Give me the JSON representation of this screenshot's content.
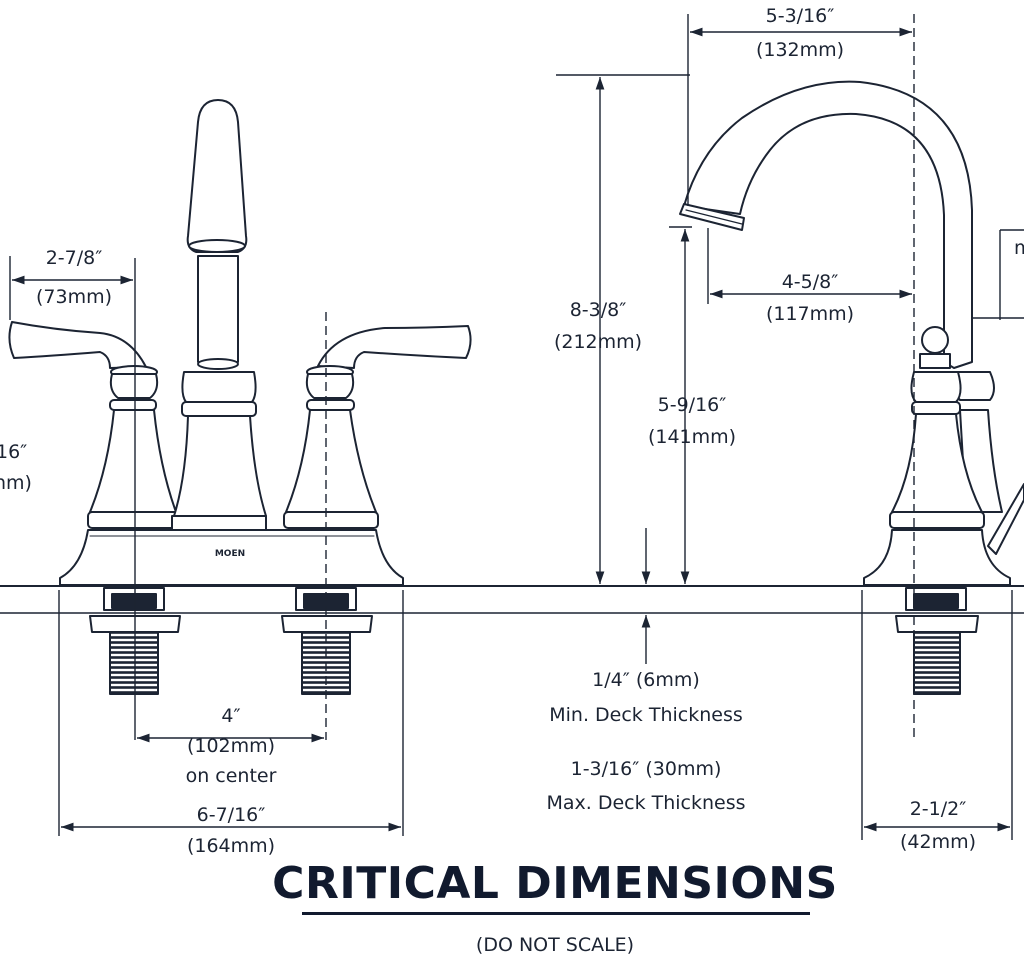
{
  "title": "CRITICAL DIMENSIONS",
  "subtitle": "(DO NOT SCALE)",
  "brand_mark": "MOEN",
  "front_view": {
    "handle_reach": {
      "imperial": "2-7/8″",
      "metric": "(73mm)"
    },
    "left_partial_imperial": "16″",
    "left_partial_metric": "nm)",
    "center_spacing": {
      "imperial": "4″",
      "metric": "(102mm)",
      "note": "on center"
    },
    "overall_width": {
      "imperial": "6-7/16″",
      "metric": "(164mm)"
    }
  },
  "side_view": {
    "spout_reach": {
      "imperial": "5-3/16″",
      "metric": "(132mm)"
    },
    "overall_height": {
      "imperial": "8-3/8″",
      "metric": "(212mm)"
    },
    "aerator_height": {
      "imperial": "5-9/16″",
      "metric": "(141mm)"
    },
    "spout_to_center": {
      "imperial": "4-5/8″",
      "metric": "(117mm)"
    },
    "base_depth": {
      "imperial": "2-1/2″",
      "metric": "(42mm)"
    },
    "right_partial_metric": "m"
  },
  "deck": {
    "min_value": "1/4″ (6mm)",
    "min_label": "Min. Deck Thickness",
    "max_value": "1-3/16″ (30mm)",
    "max_label": "Max. Deck Thickness"
  },
  "colors": {
    "ink": "#1c2433",
    "title": "#111a2e",
    "background": "#ffffff"
  }
}
